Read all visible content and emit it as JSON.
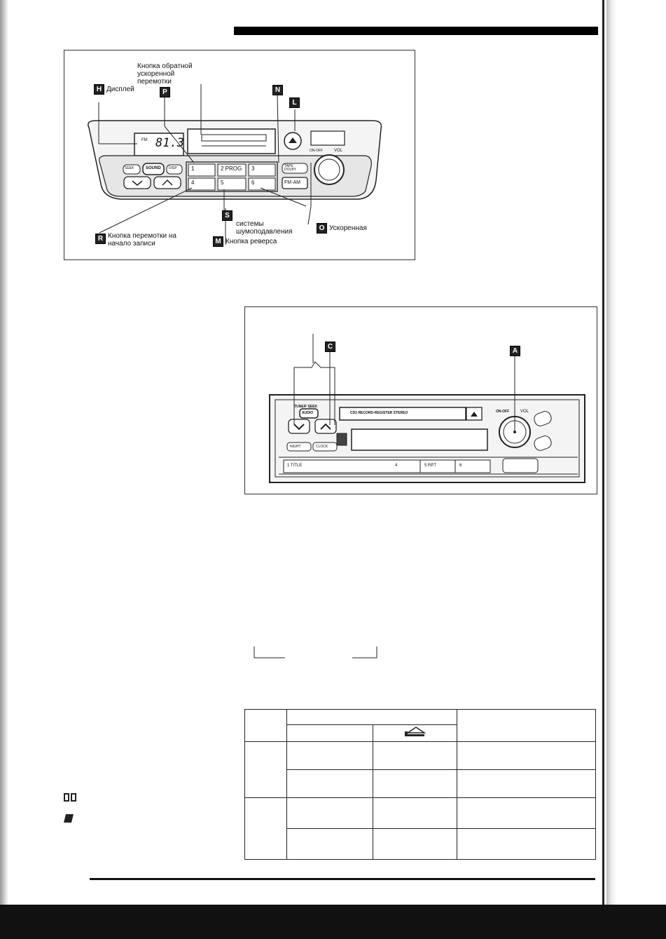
{
  "figure1": {
    "label_rewind": "Кнопка обратной ускоренной перемотки",
    "letter_H": "H",
    "label_display": "Дисплей",
    "letter_P": "P",
    "letter_N": "N",
    "letter_L": "L",
    "letter_S": "S",
    "label_noise_reduction": "системы шумоподавления",
    "letter_O": "O",
    "label_fast": "Ускоренная",
    "letter_R": "R",
    "label_rewind_start": "Кнопка перемотки на начало записи",
    "letter_M": "M",
    "label_reverse": "Кнопка реверса",
    "device": {
      "display_freq": "81.3",
      "display_band": "FM",
      "btn_seek_label": "SEEK",
      "btn_sound": "SOUND",
      "btn_disp": "DISP",
      "preset1": "1",
      "preset2": "2 PROG",
      "preset3": "3",
      "preset4": "4",
      "preset5": "5",
      "preset6": "6",
      "btn_tape_dolby": "TAPE DOLBY",
      "btn_fm_am": "FM·AM",
      "onoff": "ON-OFF",
      "vol": "VOL"
    }
  },
  "figure2": {
    "letter_C": "C",
    "letter_A": "A",
    "device": {
      "mode_labels": "TUNE/F  SEEK",
      "btn_audio": "AUDIO",
      "btn_night": "NIGHT",
      "btn_clock": "CLOCK",
      "slot_text": "CD2 RECORD-REGISTER STEREO",
      "onoff": "ON-OFF",
      "vol": "VOL",
      "preset1": "1 TITLE",
      "preset4": "4",
      "preset5": "5 RPT",
      "preset6": "6"
    }
  },
  "table": {
    "rows": 4
  }
}
